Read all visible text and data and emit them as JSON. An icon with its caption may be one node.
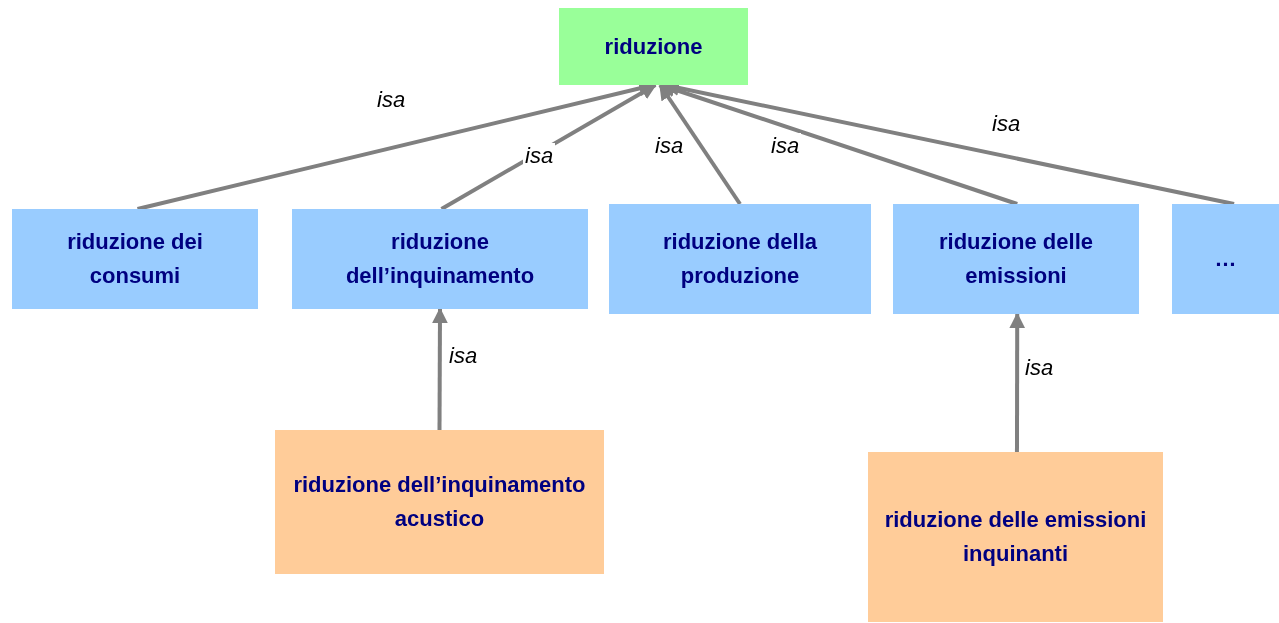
{
  "diagram": {
    "nodes": [
      {
        "text": [
          "riduzione"
        ]
      },
      {
        "text": [
          "riduzione dei consumi"
        ]
      },
      {
        "text": [
          "riduzione dell’inquinamento"
        ]
      },
      {
        "text": [
          "riduzione della produzione"
        ]
      },
      {
        "text": [
          "riduzione delle emissioni"
        ]
      },
      {
        "text": [
          "…"
        ]
      },
      {
        "text": [
          "riduzione dell’inquinamento acustico"
        ]
      },
      {
        "text": [
          "riduzione delle emissioni inquinanti"
        ]
      }
    ],
    "edges": [
      {
        "from": 1,
        "to": 0,
        "label": "isa",
        "arrow": "to"
      },
      {
        "from": 2,
        "to": 0,
        "label": "isa",
        "arrow": "to"
      },
      {
        "from": 3,
        "to": 0,
        "label": "isa",
        "arrow": "to"
      },
      {
        "from": 4,
        "to": 0,
        "label": "isa",
        "arrow": "to"
      },
      {
        "from": 5,
        "to": 0,
        "label": "isa",
        "arrow": "to"
      },
      {
        "from": 6,
        "to": 2,
        "label": "isa",
        "arrow": "to"
      },
      {
        "from": 7,
        "to": 4,
        "label": "isa",
        "arrow": "to"
      }
    ]
  }
}
